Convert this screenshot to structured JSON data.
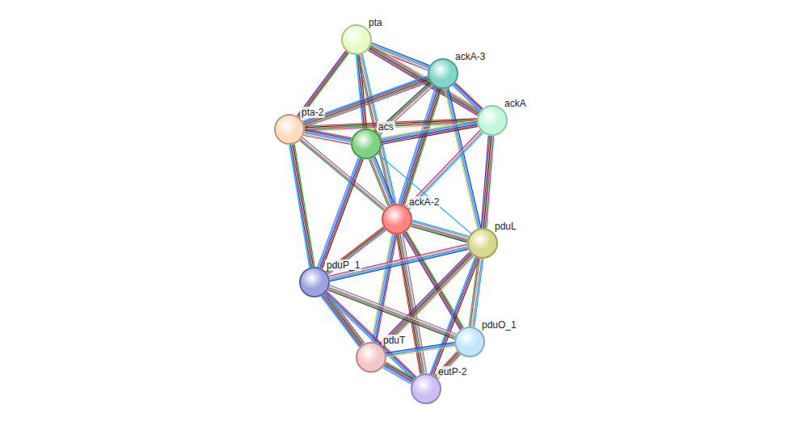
{
  "diagram": {
    "nodes": [
      {
        "text": [
          "pta"
        ]
      },
      {
        "text": [
          "ackA-3"
        ]
      },
      {
        "text": [
          "ackA"
        ]
      },
      {
        "text": [
          "pta-2"
        ]
      },
      {
        "text": [
          "acs"
        ]
      },
      {
        "text": [
          "ackA-2"
        ]
      },
      {
        "text": [
          "pduL"
        ]
      },
      {
        "text": [
          "pduP_1"
        ]
      },
      {
        "text": [
          "pduO_1"
        ]
      },
      {
        "text": [
          "pduT"
        ]
      },
      {
        "text": [
          "eutP-2"
        ]
      }
    ],
    "edges": [
      {
        "from": 0,
        "to": 3,
        "arrow": "none"
      },
      {
        "from": 0,
        "to": 1,
        "arrow": "none"
      },
      {
        "from": 0,
        "to": 2,
        "arrow": "none"
      },
      {
        "from": 0,
        "to": 4,
        "arrow": "none"
      },
      {
        "from": 0,
        "to": 5,
        "arrow": "none"
      },
      {
        "from": 1,
        "to": 3,
        "arrow": "none"
      },
      {
        "from": 1,
        "to": 2,
        "arrow": "none"
      },
      {
        "from": 1,
        "to": 4,
        "arrow": "none"
      },
      {
        "from": 1,
        "to": 5,
        "arrow": "none"
      },
      {
        "from": 1,
        "to": 6,
        "arrow": "none"
      },
      {
        "from": 2,
        "to": 3,
        "arrow": "none"
      },
      {
        "from": 2,
        "to": 4,
        "arrow": "none"
      },
      {
        "from": 2,
        "to": 5,
        "arrow": "none"
      },
      {
        "from": 2,
        "to": 6,
        "arrow": "none"
      },
      {
        "from": 3,
        "to": 4,
        "arrow": "none"
      },
      {
        "from": 3,
        "to": 5,
        "arrow": "none"
      },
      {
        "from": 3,
        "to": 7,
        "arrow": "none"
      },
      {
        "from": 4,
        "to": 5,
        "arrow": "none"
      },
      {
        "from": 4,
        "to": 6,
        "arrow": "none"
      },
      {
        "from": 4,
        "to": 7,
        "arrow": "none"
      },
      {
        "from": 5,
        "to": 6,
        "arrow": "none"
      },
      {
        "from": 5,
        "to": 7,
        "arrow": "none"
      },
      {
        "from": 5,
        "to": 9,
        "arrow": "none"
      },
      {
        "from": 5,
        "to": 10,
        "arrow": "none"
      },
      {
        "from": 5,
        "to": 8,
        "arrow": "none"
      },
      {
        "from": 6,
        "to": 7,
        "arrow": "none"
      },
      {
        "from": 6,
        "to": 9,
        "arrow": "none"
      },
      {
        "from": 6,
        "to": 10,
        "arrow": "none"
      },
      {
        "from": 6,
        "to": 8,
        "arrow": "none"
      },
      {
        "from": 7,
        "to": 9,
        "arrow": "none"
      },
      {
        "from": 7,
        "to": 10,
        "arrow": "none"
      },
      {
        "from": 7,
        "to": 8,
        "arrow": "none"
      },
      {
        "from": 9,
        "to": 10,
        "arrow": "none"
      },
      {
        "from": 9,
        "to": 8,
        "arrow": "none"
      },
      {
        "from": 8,
        "to": 10,
        "arrow": "none"
      }
    ]
  }
}
